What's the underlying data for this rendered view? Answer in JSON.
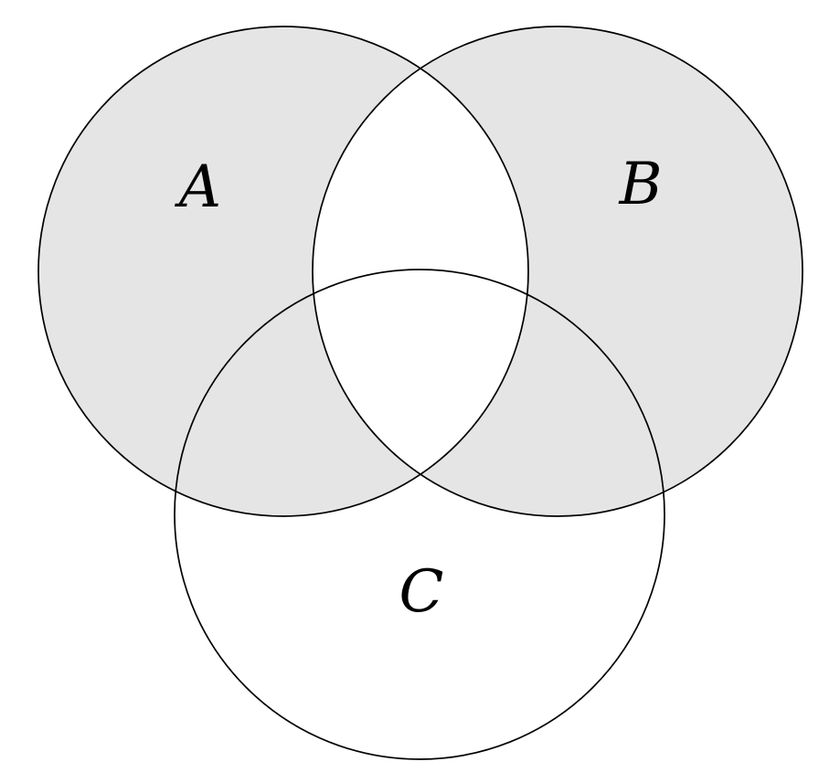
{
  "diagram": {
    "type": "venn-3-sets",
    "description": "Three-circle Venn diagram; shaded region is the symmetric difference of A and B (A union B minus A intersect B); circle C unshaded except where it overlaps exactly one of A or B",
    "background_color": "#ffffff",
    "shade_fill_color": "#e5e5e5",
    "stroke_color": "#000000",
    "sets": [
      {
        "label": "A"
      },
      {
        "label": "B"
      },
      {
        "label": "C"
      }
    ]
  }
}
